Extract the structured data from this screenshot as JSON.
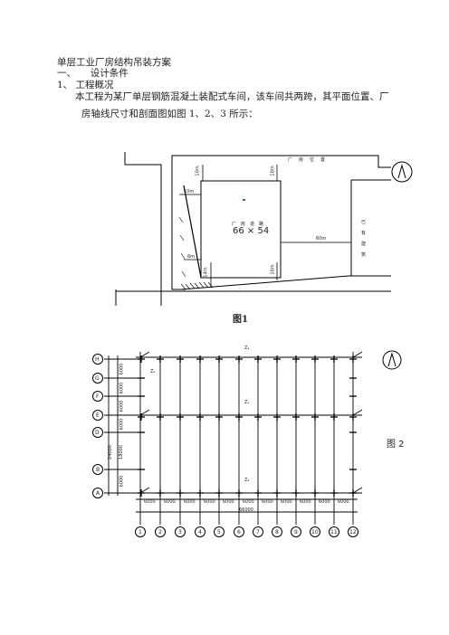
{
  "doc": {
    "title": "单层工业厂房结构吊装方案",
    "section1": "一、　　设计条件",
    "subsection1": "1、 工程概况",
    "para_line1": "本工程为某厂单层钢筋混凝土装配式车间，该车间共两跨，其平面位置、厂",
    "para_line2": "房轴线尺寸和剖面图如图 1、2、3 所示："
  },
  "figure1": {
    "label": "图1",
    "plant_label": "厂　房　位　置",
    "road_label": "厂　房　道　路",
    "existing_label": [
      "已",
      "有",
      "建",
      "筑"
    ],
    "size_label": "66 × 54",
    "dim_top_left": "10m",
    "dim_top_right": "10m",
    "dim_left": "10m",
    "dim_right": "60m",
    "dim_bottom_left": "6m",
    "dim_bottom_mid": "14m",
    "dim_bottom_right": "10m"
  },
  "figure2": {
    "label": "图 2",
    "row_axes": [
      "H",
      "G",
      "F",
      "E",
      "D",
      "B",
      "A"
    ],
    "col_axes": [
      "1",
      "2",
      "3",
      "4",
      "5",
      "6",
      "7",
      "8",
      "9",
      "10",
      "11",
      "12"
    ],
    "bay_dims": [
      "6000",
      "6000",
      "6000",
      "6000",
      "6000",
      "6000",
      "6000",
      "6000",
      "6000",
      "6000",
      "6000"
    ],
    "total_length": "66000",
    "left_dims": [
      "6000",
      "6000",
      "6000",
      "6000",
      "18000",
      "6000"
    ],
    "total_width": "24000",
    "beam_labels": [
      "Z₁",
      "Z₁",
      "Z₂",
      "Z₁"
    ]
  }
}
